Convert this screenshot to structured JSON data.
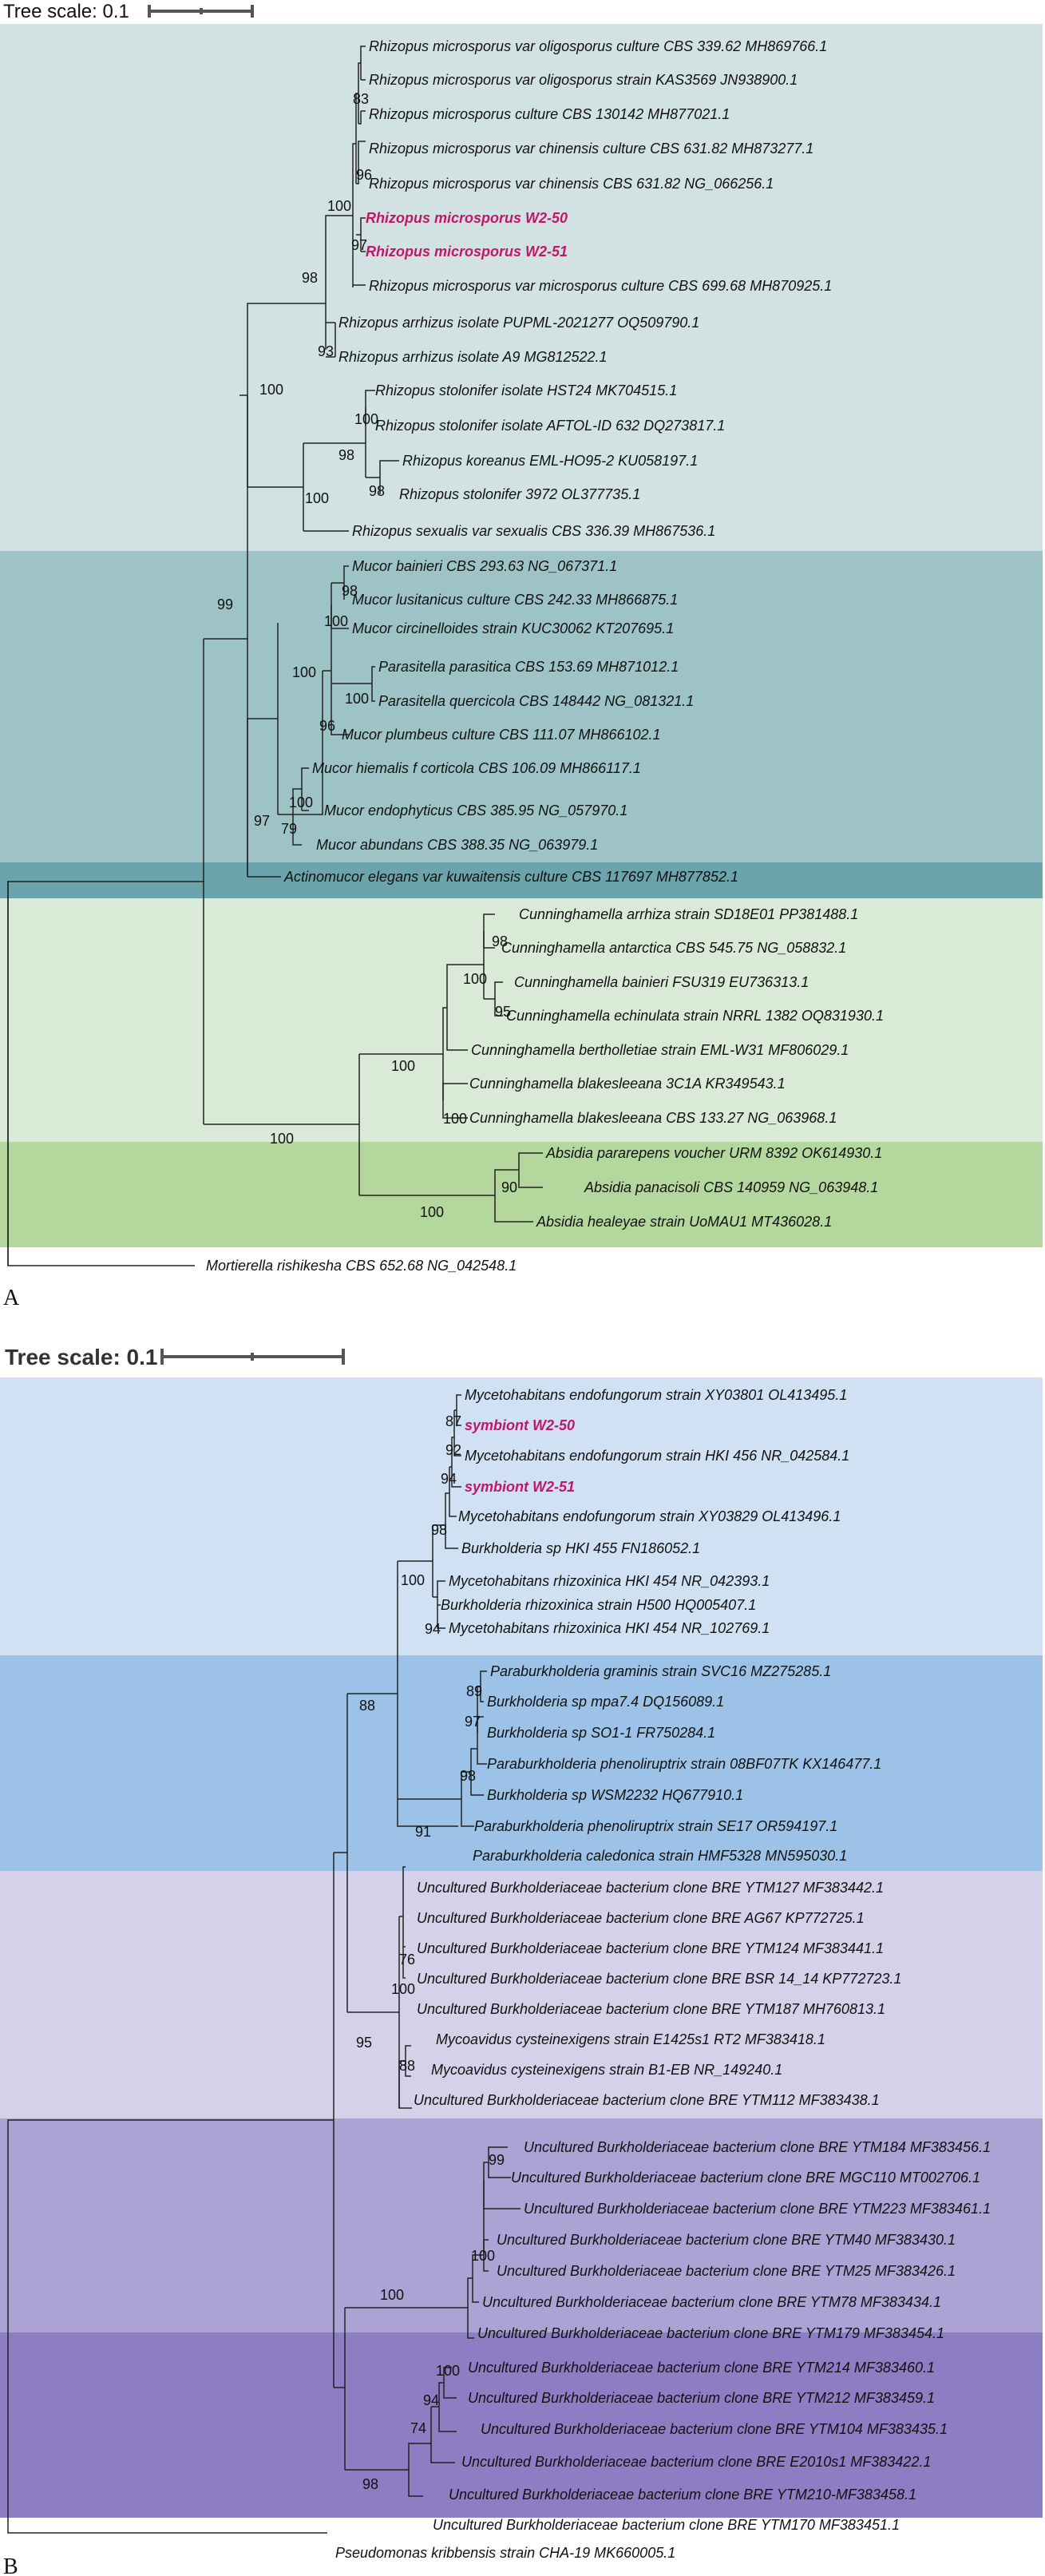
{
  "panels": [
    {
      "letter": "A",
      "scale_label": "Tree scale: 0.1",
      "colors": [
        "#d2e2e2",
        "#9dc3c7",
        "#6ba4ac",
        "#d9ead6",
        "#b3d79d"
      ],
      "leaves": [
        "Rhizopus microsporus var oligosporus culture CBS 339.62 MH869766.1",
        "Rhizopus microsporus var oligosporus strain KAS3569 JN938900.1",
        "Rhizopus microsporus culture CBS 130142 MH877021.1",
        "Rhizopus microsporus var chinensis culture CBS 631.82 MH873277.1",
        "Rhizopus microsporus var chinensis CBS 631.82 NG_066256.1",
        "Rhizopus microsporus W2-50",
        "Rhizopus microsporus W2-51",
        "Rhizopus microsporus var microsporus culture CBS 699.68 MH870925.1",
        "Rhizopus arrhizus isolate PUPML-2021277 OQ509790.1",
        "Rhizopus arrhizus isolate A9 MG812522.1",
        "Rhizopus stolonifer isolate HST24 MK704515.1",
        "Rhizopus stolonifer isolate AFTOL-ID 632 DQ273817.1",
        "Rhizopus koreanus EML-HO95-2 KU058197.1",
        "Rhizopus stolonifer 3972 OL377735.1",
        "Rhizopus sexualis var sexualis CBS 336.39 MH867536.1",
        "Mucor bainieri CBS 293.63 NG_067371.1",
        "Mucor lusitanicus culture CBS 242.33 MH866875.1",
        "Mucor circinelloides strain KUC30062 KT207695.1",
        "Parasitella parasitica CBS 153.69 MH871012.1",
        "Parasitella quercicola CBS 148442 NG_081321.1",
        "Mucor plumbeus culture CBS 111.07 MH866102.1",
        "Mucor hiemalis f corticola CBS 106.09 MH866117.1",
        "Mucor endophyticus CBS 385.95 NG_057970.1",
        "Mucor abundans CBS 388.35 NG_063979.1",
        "Actinomucor elegans var kuwaitensis culture CBS 117697 MH877852.1",
        "Cunninghamella arrhiza strain SD18E01 PP381488.1",
        "Cunninghamella antarctica CBS 545.75 NG_058832.1",
        "Cunninghamella bainieri FSU319 EU736313.1",
        "Cunninghamella echinulata strain NRRL 1382 OQ831930.1",
        "Cunninghamella bertholletiae strain EML-W31 MF806029.1",
        "Cunninghamella blakesleeana 3C1A KR349543.1",
        "Cunninghamella blakesleeana CBS 133.27 NG_063968.1",
        "Absidia pararepens voucher URM 8392 OK614930.1",
        "Absidia panacisoli CBS 140959 NG_063948.1",
        "Absidia healeyae strain UoMAU1 MT436028.1",
        "Mortierella rishikesha CBS 652.68 NG_042548.1"
      ],
      "bootstrap": [
        "83",
        "96",
        "100",
        "97",
        "98",
        "93",
        "100",
        "100",
        "98",
        "98",
        "100",
        "99",
        "98",
        "100",
        "100",
        "100",
        "96",
        "100",
        "79",
        "97",
        "98",
        "100",
        "95",
        "100",
        "100",
        "100",
        "90",
        "100"
      ]
    },
    {
      "letter": "B",
      "scale_label": "Tree scale: 0.1",
      "colors": [
        "#cfe1f3",
        "#9cc3e7",
        "#d6d0e8",
        "#ada2d4",
        "#8d7dc3"
      ],
      "leaves": [
        "Mycetohabitans endofungorum strain XY03801 OL413495.1",
        "symbiont W2-50",
        "Mycetohabitans endofungorum strain HKI 456 NR_042584.1",
        "symbiont W2-51",
        "Mycetohabitans endofungorum strain XY03829 OL413496.1",
        "Burkholderia sp HKI 455 FN186052.1",
        "Mycetohabitans rhizoxinica HKI 454 NR_042393.1",
        "Burkholderia rhizoxinica strain H500 HQ005407.1",
        "Mycetohabitans rhizoxinica HKI 454 NR_102769.1",
        "Paraburkholderia graminis strain SVC16 MZ275285.1",
        "Burkholderia sp mpa7.4 DQ156089.1",
        "Burkholderia sp SO1-1 FR750284.1",
        "Paraburkholderia phenoliruptrix strain 08BF07TK KX146477.1",
        "Burkholderia sp WSM2232 HQ677910.1",
        "Paraburkholderia phenoliruptrix strain SE17 OR594197.1",
        "Paraburkholderia caledonica strain HMF5328 MN595030.1",
        "Uncultured Burkholderiaceae bacterium clone BRE YTM127 MF383442.1",
        "Uncultured Burkholderiaceae bacterium clone BRE AG67 KP772725.1",
        "Uncultured Burkholderiaceae bacterium clone BRE YTM124 MF383441.1",
        "Uncultured Burkholderiaceae bacterium clone BRE BSR 14_14 KP772723.1",
        "Uncultured Burkholderiaceae bacterium clone BRE YTM187 MH760813.1",
        "Mycoavidus cysteinexigens strain E1425s1 RT2 MF383418.1",
        "Mycoavidus cysteinexigens strain B1-EB NR_149240.1",
        "Uncultured Burkholderiaceae bacterium clone BRE YTM112 MF383438.1",
        "Uncultured Burkholderiaceae bacterium clone BRE YTM184 MF383456.1",
        "Uncultured Burkholderiaceae bacterium clone BRE MGC110 MT002706.1",
        "Uncultured Burkholderiaceae bacterium clone BRE YTM223 MF383461.1",
        "Uncultured Burkholderiaceae bacterium clone BRE YTM40 MF383430.1",
        "Uncultured Burkholderiaceae bacterium clone BRE YTM25 MF383426.1",
        "Uncultured Burkholderiaceae bacterium clone BRE YTM78 MF383434.1",
        "Uncultured Burkholderiaceae bacterium clone BRE YTM179 MF383454.1",
        "Uncultured Burkholderiaceae bacterium clone BRE YTM214 MF383460.1",
        "Uncultured Burkholderiaceae bacterium clone BRE YTM212 MF383459.1",
        "Uncultured Burkholderiaceae bacterium clone BRE YTM104 MF383435.1",
        "Uncultured Burkholderiaceae bacterium clone BRE E2010s1 MF383422.1",
        "Uncultured Burkholderiaceae bacterium clone BRE YTM210-MF383458.1",
        "Uncultured Burkholderiaceae bacterium clone BRE YTM170 MF383451.1",
        "Pseudomonas kribbensis strain CHA-19 MK660005.1"
      ],
      "bootstrap": [
        "87",
        "92",
        "94",
        "98",
        "100",
        "94",
        "88",
        "89",
        "97",
        "98",
        "91",
        "76",
        "100",
        "88",
        "95",
        "99",
        "100",
        "100",
        "74",
        "100",
        "94",
        "98"
      ]
    }
  ]
}
